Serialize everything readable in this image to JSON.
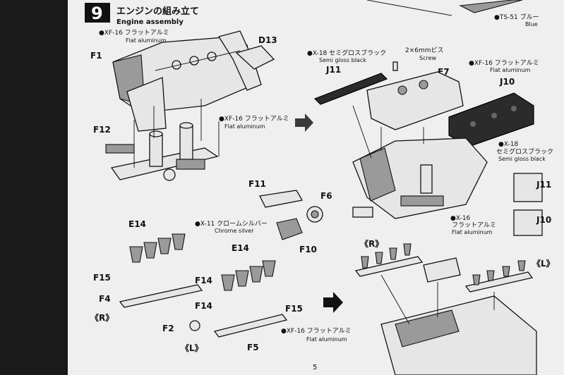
{
  "step": {
    "number": "9",
    "title_jp": "エンジンの組み立て",
    "title_en": "Engine assembly"
  },
  "top_right": {
    "paint_code": "●TS-51 ブルー",
    "paint_en": "Blue"
  },
  "left_assembly": {
    "paint1_jp": "●XF-16 フラットアルミ",
    "paint1_en": "Flat aluminum",
    "paint2_jp": "●XF-16 フラットアルミ",
    "paint2_en": "Flat aluminum",
    "part_f1": "F1",
    "part_d13": "D13",
    "part_f12": "F12"
  },
  "right_assembly": {
    "paint_x18_jp": "●X-18 セミグロスブラック",
    "paint_x18_en": "Semi gloss black",
    "screw_jp": "2×6mmビス",
    "screw_en": "Screw",
    "paint_xf16_jp": "●XF-16 フラットアルミ",
    "paint_xf16_en": "Flat aluminum",
    "part_j11": "J11",
    "part_f7": "F7",
    "part_j10": "J10",
    "paint_j10_code": "●X-18",
    "paint_j10_jp": "セミグロスブラック",
    "paint_j10_en": "Semi gloss black",
    "side_j11": "J11",
    "side_j10": "J10",
    "side_paint_code": "●X-16",
    "side_paint_jp": "フラットアルミ",
    "side_paint_en": "Flat aluminum"
  },
  "center_parts": {
    "part_f11": "F11",
    "part_f6": "F6",
    "part_f10": "F10",
    "chrome_jp": "●X-11 クロームシルバー",
    "chrome_en": "Chrome silver"
  },
  "intakes": {
    "e14_left": "E14",
    "e14_right": "E14",
    "f15_left": "F15",
    "f14_left": "F14",
    "f4": "F4",
    "side_r": "《R》",
    "f14_right": "F14",
    "f15_right": "F15",
    "f2": "F2",
    "side_l": "《L》",
    "f5": "F5",
    "paint_jp": "●XF-16 フラットアルミ",
    "paint_en": "Flat aluminum",
    "result_r": "《R》",
    "result_l": "《L》"
  },
  "footer": {
    "page_number": "5"
  }
}
